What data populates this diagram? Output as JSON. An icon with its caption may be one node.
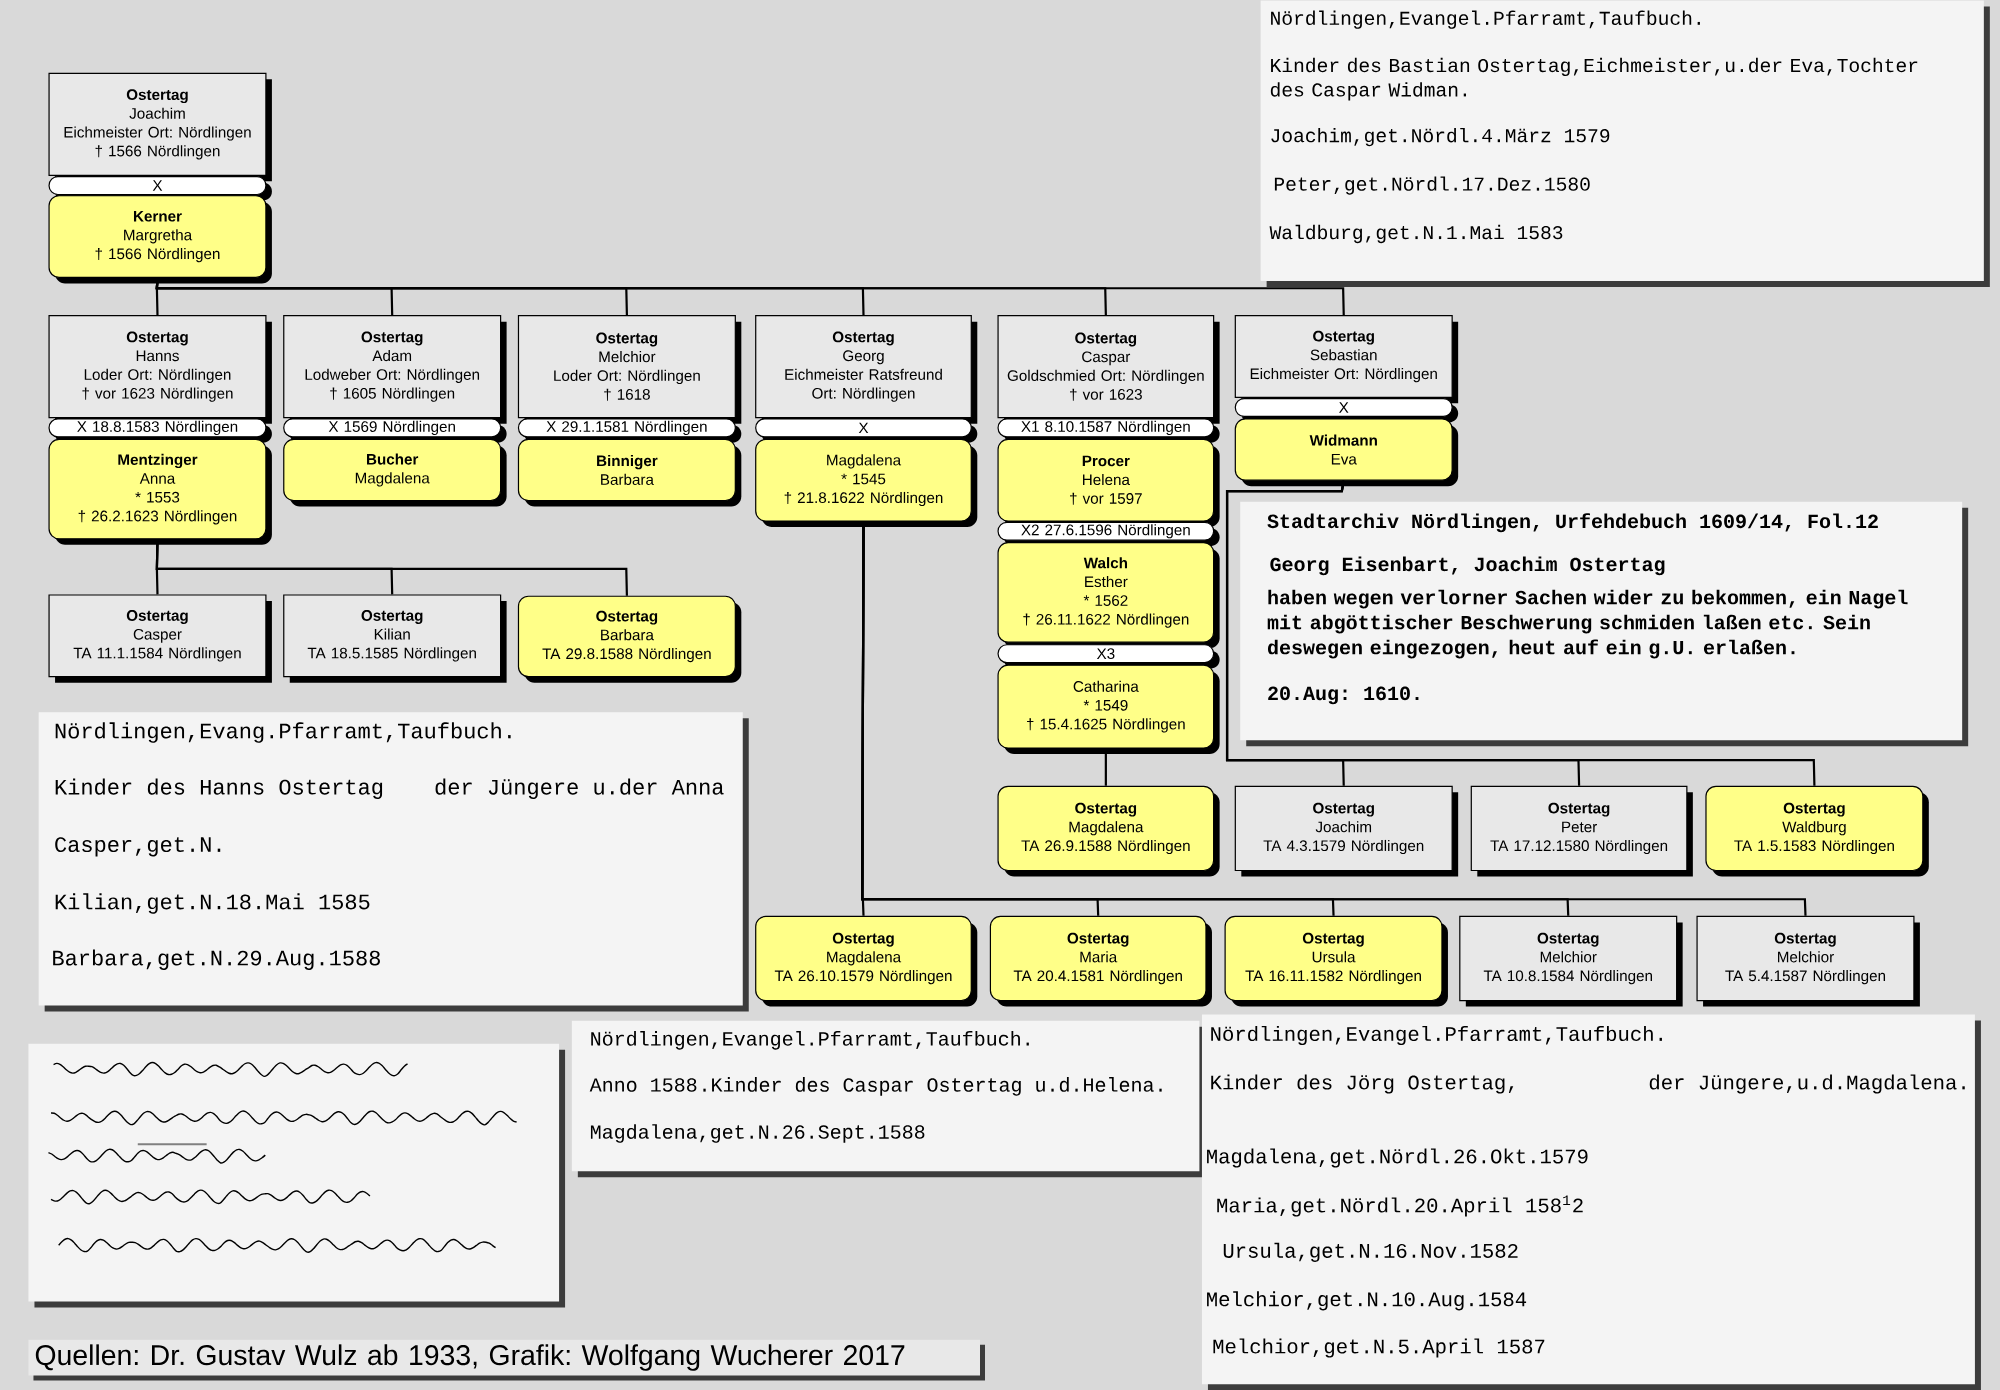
{
  "diagram": {
    "caption": "Quellen: Dr. Gustav Wulz ab 1933, Grafik: Wolfgang Wucherer 2017",
    "nodes": [
      {
        "text": [
          "Ostertag",
          "Joachim",
          "Eichmeister Ort: Nördlingen",
          "† 1566 Nördlingen"
        ]
      },
      {
        "text": [
          "X"
        ]
      },
      {
        "text": [
          "Kerner",
          "Margretha",
          "† 1566 Nördlingen"
        ]
      },
      {
        "text": [
          "Nördlingen,Evangel.Pfarramt,Taufbuch.",
          "Kinder des Bastian Ostertag,Eichmeister,u.der Eva,Tochter des Caspar Widman.",
          "Joachim,get.Nördl.4.März 1579",
          "Peter,get.Nördl.17.Dez.1580",
          "Waldburg,get.N.1.Mai 1583"
        ]
      },
      {
        "text": [
          "Ostertag",
          "Hanns",
          "Loder Ort: Nördlingen",
          "† vor 1623 Nördlingen"
        ]
      },
      {
        "text": [
          "Ostertag",
          "Adam",
          "Lodweber Ort: Nördlingen",
          "† 1605 Nördlingen"
        ]
      },
      {
        "text": [
          "Ostertag",
          "Melchior",
          "Loder Ort: Nördlingen",
          "† 1618"
        ]
      },
      {
        "text": [
          "Ostertag",
          "Georg",
          "Eichmeister Ratsfreund Ort: Nördlingen"
        ]
      },
      {
        "text": [
          "Ostertag",
          "Caspar",
          "Goldschmied Ort: Nördlingen",
          "† vor 1623"
        ]
      },
      {
        "text": [
          "Ostertag",
          "Sebastian",
          "Eichmeister Ort: Nördlingen"
        ]
      },
      {
        "text": [
          "X 18.8.1583 Nördlingen"
        ]
      },
      {
        "text": [
          "X 1569 Nördlingen"
        ]
      },
      {
        "text": [
          "X 29.1.1581 Nördlingen"
        ]
      },
      {
        "text": [
          "X"
        ]
      },
      {
        "text": [
          "X1 8.10.1587 Nördlingen"
        ]
      },
      {
        "text": [
          "X"
        ]
      },
      {
        "text": [
          "Mentzinger",
          "Anna",
          "* 1553",
          "† 26.2.1623 Nördlingen"
        ]
      },
      {
        "text": [
          "Bucher",
          "Magdalena"
        ]
      },
      {
        "text": [
          "Binniger",
          "Barbara"
        ]
      },
      {
        "text": [
          "Magdalena",
          "* 1545",
          "† 21.8.1622 Nördlingen"
        ]
      },
      {
        "text": [
          "Procer",
          "Helena",
          "† vor 1597"
        ]
      },
      {
        "text": [
          "Widmann",
          "Eva"
        ]
      },
      {
        "text": [
          "X2 27.6.1596 Nördlingen"
        ]
      },
      {
        "text": [
          "Walch",
          "Esther",
          "* 1562",
          "† 26.11.1622 Nördlingen"
        ]
      },
      {
        "text": [
          "X3"
        ]
      },
      {
        "text": [
          "Catharina",
          "* 1549",
          "† 15.4.1625 Nördlingen"
        ]
      },
      {
        "text": [
          "Stadtarchiv Nördlingen, Urfehdebuch 1609/14, Fol.12",
          "Georg Eisenbart, Joachim Ostertag",
          "haben wegen verlorner Sachen wider zu bekommen, ein Nagel mit abgöttischer Beschwerung schmiden laßen etc. Sein deswegen eingezogen, heut auf ein g.U. erlaßen.",
          "20.Aug: 1610."
        ]
      },
      {
        "text": [
          "Ostertag",
          "Casper",
          "TA 11.1.1584 Nördlingen"
        ]
      },
      {
        "text": [
          "Ostertag",
          "Kilian",
          "TA 18.5.1585 Nördlingen"
        ]
      },
      {
        "text": [
          "Ostertag",
          "Barbara",
          "TA 29.8.1588 Nördlingen"
        ]
      },
      {
        "text": [
          "Nördlingen,Evang.Pfarramt,Taufbuch.",
          "Kinder des Hanns Ostertag",
          "der Jüngere u.der Anna",
          "Casper,get.N.",
          "Kilian,get.N.18.Mai 1585",
          "Barbara,get.N.29.Aug.1588"
        ]
      },
      {
        "text": [
          "Ostertag",
          "Magdalena",
          "TA 26.9.1588 Nördlingen"
        ]
      },
      {
        "text": [
          "Ostertag",
          "Joachim",
          "TA 4.3.1579 Nördlingen"
        ]
      },
      {
        "text": [
          "Ostertag",
          "Peter",
          "TA 17.12.1580 Nördlingen"
        ]
      },
      {
        "text": [
          "Ostertag",
          "Waldburg",
          "TA 1.5.1583 Nördlingen"
        ]
      },
      {
        "text": [
          "Ostertag",
          "Magdalena",
          "TA 26.10.1579 Nördlingen"
        ]
      },
      {
        "text": [
          "Ostertag",
          "Maria",
          "TA 20.4.1581 Nördlingen"
        ]
      },
      {
        "text": [
          "Ostertag",
          "Ursula",
          "TA 16.11.1582 Nördlingen"
        ]
      },
      {
        "text": [
          "Ostertag",
          "Melchior",
          "TA 10.8.1584 Nördlingen"
        ]
      },
      {
        "text": [
          "Ostertag",
          "Melchior",
          "TA 5.4.1587 Nördlingen"
        ]
      },
      {
        "text": [],
        "shape": "picture"
      },
      {
        "text": [
          "Nördlingen,Evangel.Pfarramt,Taufbuch.",
          "Anno 1588",
          ".Kinder des Caspar Ostertag u.d.Helena.",
          "Magdalena,get.N.26.Sept.1588"
        ]
      },
      {
        "text": [
          "Nördlingen,Evangel.Pfarramt,Taufbuch.",
          "Kinder des Jörg Ostertag,",
          "der Jüngere,u.d.Magdalena.",
          "Magdalena,get.Nördl.26.Okt.1579",
          "Maria,get.Nördl.20.April 158$^{1}$2",
          "Ursula,get.N.16.Nov.1582",
          "Melchior,get.N.10.Aug.1584",
          "Melchior,get.N.5.April 1587"
        ]
      }
    ],
    "edges": [
      {
        "from": 2,
        "to": 4,
        "arrow": "none"
      },
      {
        "from": 2,
        "to": 5,
        "arrow": "none"
      },
      {
        "from": 2,
        "to": 6,
        "arrow": "none"
      },
      {
        "from": 2,
        "to": 7,
        "arrow": "none"
      },
      {
        "from": 2,
        "to": 8,
        "arrow": "none"
      },
      {
        "from": 2,
        "to": 9,
        "arrow": "none"
      },
      {
        "from": 16,
        "to": 27,
        "arrow": "none"
      },
      {
        "from": 16,
        "to": 28,
        "arrow": "none"
      },
      {
        "from": 16,
        "to": 29,
        "arrow": "none"
      },
      {
        "from": 25,
        "to": 31,
        "arrow": "none"
      },
      {
        "from": 21,
        "to": 32,
        "arrow": "none"
      },
      {
        "from": 21,
        "to": 33,
        "arrow": "none"
      },
      {
        "from": 21,
        "to": 34,
        "arrow": "none"
      },
      {
        "from": 19,
        "to": 35,
        "arrow": "none"
      },
      {
        "from": 19,
        "to": 36,
        "arrow": "none"
      },
      {
        "from": 19,
        "to": 37,
        "arrow": "none"
      },
      {
        "from": 19,
        "to": 38,
        "arrow": "none"
      },
      {
        "from": 19,
        "to": 39,
        "arrow": "none"
      }
    ]
  }
}
